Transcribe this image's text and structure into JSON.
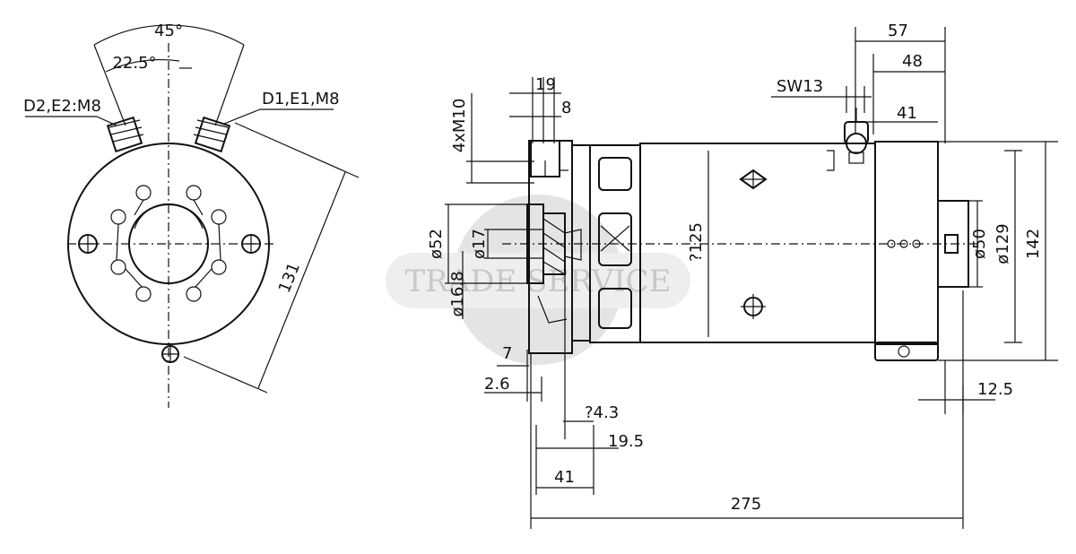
{
  "colors": {
    "line": "#111111",
    "background": "#ffffff",
    "watermark_disc": "#e4e4e4",
    "watermark_text": "#c8c8c8"
  },
  "front_view": {
    "angle_outer": "45°",
    "angle_inner": "22.5°",
    "terminal_left": "D2,E2:M8",
    "terminal_right": "D1,E1,M8",
    "dim_diagonal": "131"
  },
  "side_view": {
    "dim_19": "19",
    "dim_8": "8",
    "thread": "4xM10",
    "dim_d52": "ø52",
    "dim_d17": "ø17",
    "dim_d16_8": "ø16.8",
    "dim_7": "7",
    "dim_2_6": "2.6",
    "dim_d4_3": "?4.3",
    "dim_19_5": "19.5",
    "dim_41_bottom": "41",
    "dim_275": "275",
    "dim_d125": "?125",
    "dim_57": "57",
    "dim_48": "48",
    "wrench": "SW13",
    "dim_41_top": "41",
    "dim_d50": "ø50",
    "dim_d129": "ø129",
    "dim_142": "142",
    "dim_12_5": "12.5"
  },
  "watermark": {
    "text": "TRADE SERVICE"
  }
}
